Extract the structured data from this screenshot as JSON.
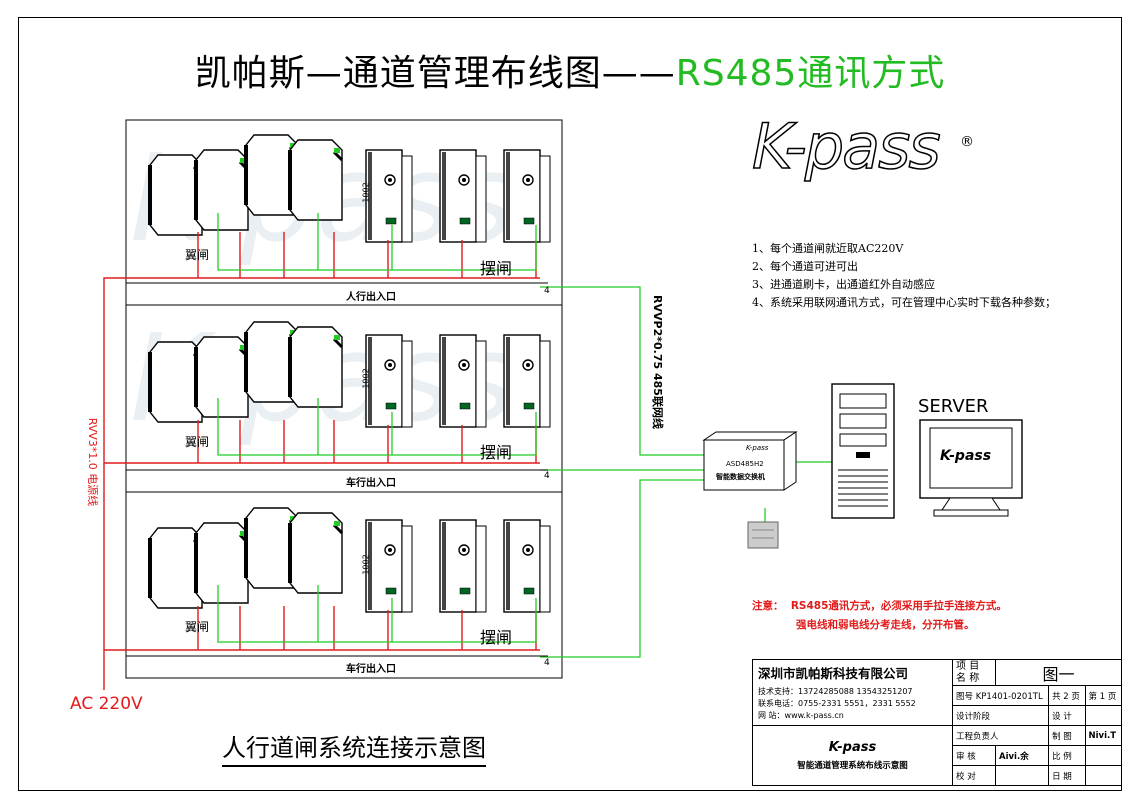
{
  "title": {
    "main": "凯帕斯—通道管理布线图——",
    "accent": "RS485通讯方式",
    "accent_color": "#22bb22"
  },
  "logo": {
    "text": "K-pass",
    "reg": "®"
  },
  "notes": [
    "1、每个通道闸就近取AC220V",
    "2、每个通道可进可出",
    "3、进通道刷卡，出通道红外自动感应",
    "4、系统采用联网通讯方式，可在管理中心实时下载各种参数；"
  ],
  "warning": {
    "label": "注意：",
    "line1": "RS485通讯方式，必须采用手拉手连接方式。",
    "line2": "强电线和弱电线分考走线，分开布管。"
  },
  "lanes": [
    {
      "wing": "翼闸",
      "swing": "摆闸",
      "entrance": "人行出入口",
      "num": "4",
      "code": "1002"
    },
    {
      "wing": "翼闸",
      "swing": "摆闸",
      "entrance": "车行出入口",
      "num": "4",
      "code": "1002"
    },
    {
      "wing": "翼闸",
      "swing": "摆闸",
      "entrance": "车行出入口",
      "num": "4",
      "code": "1002"
    }
  ],
  "cables": {
    "comm": "RVVP2*0.75 485联网线",
    "power": "RVV3*1.0 电源线",
    "ac": "AC 220V"
  },
  "converter": {
    "brand": "K-pass",
    "model": "ASD485H2",
    "name": "智能数据交换机"
  },
  "server": {
    "label": "SERVER",
    "brand": "K-pass"
  },
  "caption": "人行道闸系统连接示意图",
  "titleblock": {
    "company": "深圳市凯帕斯科技有限公司",
    "tech_support": "技术支持：13724285088  13543251207",
    "phone": "联系电话：0755-2331 5551，2331 5552",
    "website": "网      站：www.k-pass.cn",
    "project_label": "项 目\n名 称",
    "project_name": "图一",
    "drawing_no": "图号 KP1401-0201TL",
    "pages": "共 2 页",
    "page": "第 1 页",
    "design_stage": "设计阶段",
    "design": "设 计",
    "engineer": "工程负责人",
    "draw": "制 图",
    "drawer": "Nivi.T",
    "review": "审 核",
    "reviewer": "Aivi.余",
    "scale": "比 例",
    "check": "校 对",
    "date": "日 期",
    "footer_brand": "K-pass",
    "footer_title": "智能通道管理系统布线示意图"
  }
}
